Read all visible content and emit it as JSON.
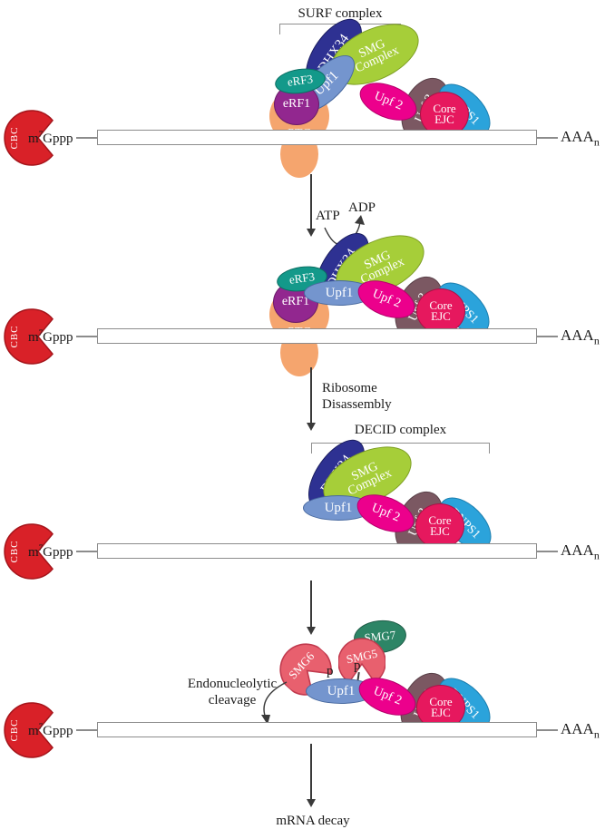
{
  "labels": {
    "surf_complex": "SURF complex",
    "decid_complex": "DECID complex",
    "atp": "ATP",
    "adp": "ADP",
    "ribosome": "Ribosome",
    "disassembly": "Disassembly",
    "endonucleolytic": "Endonucleolytic",
    "cleavage": "cleavage",
    "mrna_decay": "mRNA decay"
  },
  "mrna": {
    "cbc": "CBC",
    "cap_base": "m",
    "cap_sup": "7",
    "cap_tail": "Gppp",
    "poly_a": "AAA",
    "poly_a_sub": "n"
  },
  "molecules": {
    "dhx34": "DHX34",
    "smg_line1": "SMG",
    "smg_line2": "Complex",
    "upf1": "Upf1",
    "erf3": "eRF3",
    "erf1": "eRF1",
    "ptc": "PTC",
    "upf2": "Upf 2",
    "upf3": "Upf 3",
    "core_line1": "Core",
    "core_line2": "EJC",
    "rnps1": "RNPS1",
    "smg5": "SMG5",
    "smg6": "SMG6",
    "smg7": "SMG7",
    "phospho": "p"
  },
  "colors": {
    "cbc_red": "#d92128",
    "dhx34_navy": "#2e3192",
    "smg_green": "#a6ce39",
    "upf1_blue": "#7495ce",
    "erf3_teal": "#13998a",
    "erf1_purple": "#92278f",
    "ptc_orange": "#f5a56e",
    "upf2_magenta": "#ec008c",
    "upf3_mauve": "#7b5862",
    "core_ejc_crimson": "#e6185e",
    "rnps1_blue": "#2ba3db",
    "smg56_salmon": "#e8606e",
    "smg7_green": "#2d8566"
  }
}
